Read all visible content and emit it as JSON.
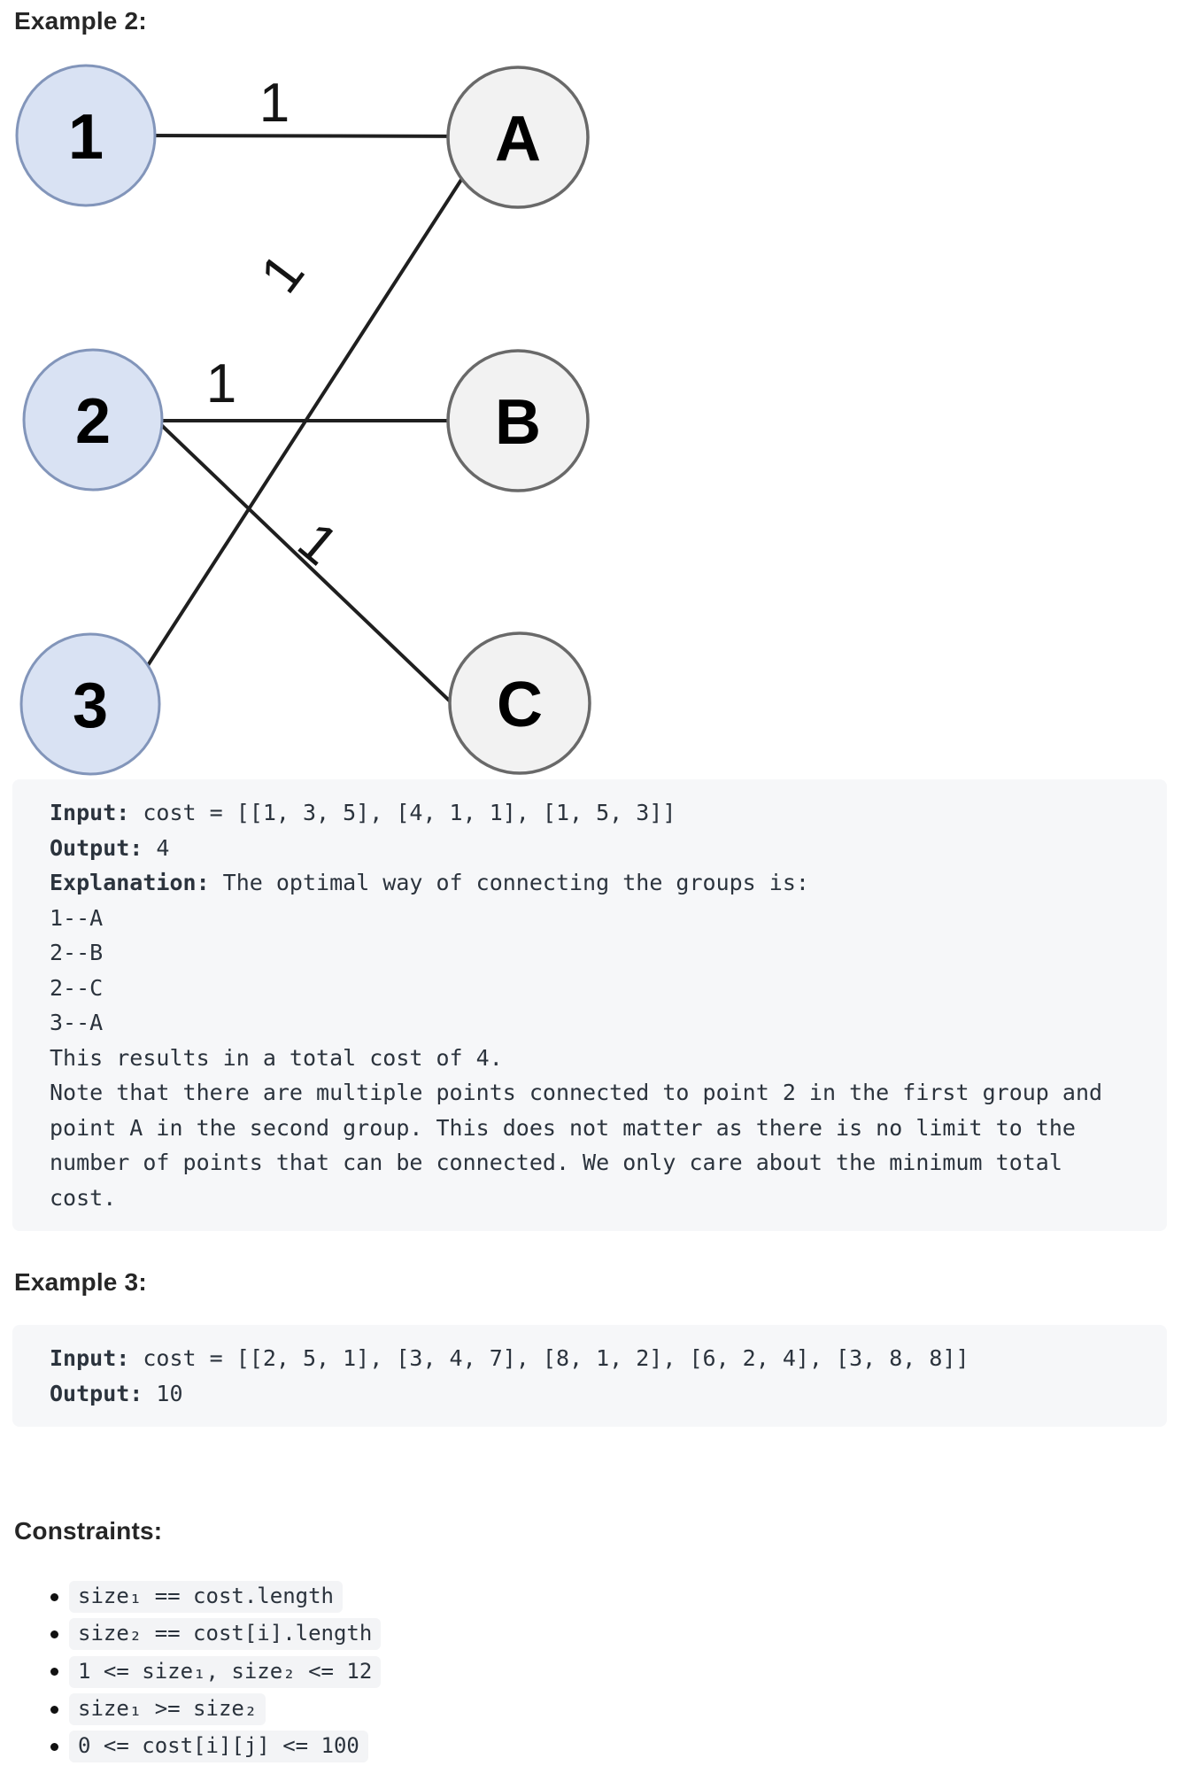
{
  "example2": {
    "heading": "Example 2:",
    "diagram": {
      "nodes": [
        {
          "label": "1",
          "group": "first"
        },
        {
          "label": "2",
          "group": "first"
        },
        {
          "label": "3",
          "group": "first"
        },
        {
          "label": "A",
          "group": "second"
        },
        {
          "label": "B",
          "group": "second"
        },
        {
          "label": "C",
          "group": "second"
        }
      ],
      "edges": [
        {
          "from": "1",
          "to": "A",
          "weight": "1"
        },
        {
          "from": "2",
          "to": "B",
          "weight": "1"
        },
        {
          "from": "2",
          "to": "C",
          "weight": "1"
        },
        {
          "from": "3",
          "to": "A",
          "weight": "1"
        }
      ],
      "colors": {
        "group1_fill": "#d9e2f3",
        "group1_border": "#8295ba",
        "group2_fill": "#f2f2f2",
        "group2_border": "#696969",
        "edge": "#1f1f1f"
      }
    },
    "block": {
      "lines": [
        {
          "b": "Input:",
          "t": " cost = [[1, 3, 5], [4, 1, 1], [1, 5, 3]]"
        },
        {
          "b": "Output:",
          "t": " 4"
        },
        {
          "b": "Explanation:",
          "t": " The optimal way of connecting the groups is:"
        },
        {
          "b": "",
          "t": "1--A"
        },
        {
          "b": "",
          "t": "2--B"
        },
        {
          "b": "",
          "t": "2--C"
        },
        {
          "b": "",
          "t": "3--A"
        },
        {
          "b": "",
          "t": "This results in a total cost of 4."
        },
        {
          "b": "",
          "t": "Note that there are multiple points connected to point 2 in the first group and"
        },
        {
          "b": "",
          "t": "point A in the second group. This does not matter as there is no limit to the"
        },
        {
          "b": "",
          "t": "number of points that can be connected. We only care about the minimum total"
        },
        {
          "b": "",
          "t": "cost."
        }
      ]
    }
  },
  "example3": {
    "heading": "Example 3:",
    "block": {
      "lines": [
        {
          "b": "Input:",
          "t": " cost = [[2, 5, 1], [3, 4, 7], [8, 1, 2], [6, 2, 4], [3, 8, 8]]"
        },
        {
          "b": "Output:",
          "t": " 10"
        }
      ]
    }
  },
  "constraints": {
    "heading": "Constraints:",
    "items": [
      "size₁ == cost.length",
      "size₂ == cost[i].length",
      "1 <= size₁, size₂ <= 12",
      "size₁ >= size₂",
      "0 <= cost[i][j] <= 100"
    ]
  }
}
